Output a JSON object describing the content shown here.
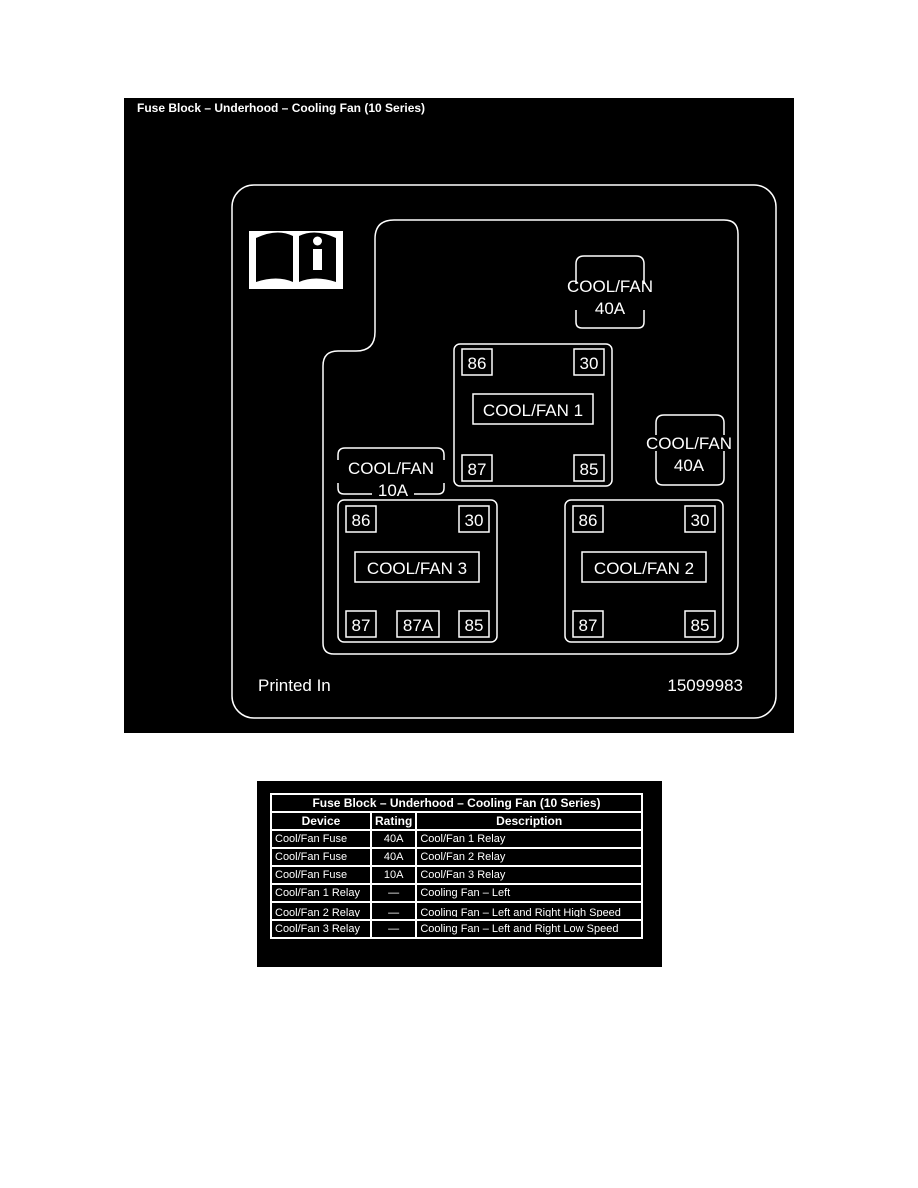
{
  "diagram": {
    "title": "Fuse Block – Underhood – Cooling Fan (10 Series)",
    "icon": "info-manual-icon",
    "footer_left": "Printed In",
    "footer_right": "15099983",
    "fuse_top": {
      "label": "COOL/FAN",
      "rating": "40A"
    },
    "fuse_right": {
      "label": "COOL/FAN",
      "rating": "40A"
    },
    "fuse_left": {
      "label": "COOL/FAN",
      "rating": "10A"
    },
    "relay1": {
      "label": "COOL/FAN 1",
      "pins": [
        "86",
        "30",
        "87",
        "85"
      ]
    },
    "relay2": {
      "label": "COOL/FAN 2",
      "pins": [
        "86",
        "30",
        "87",
        "85"
      ]
    },
    "relay3": {
      "label": "COOL/FAN 3",
      "pins": [
        "86",
        "30",
        "87",
        "87A",
        "85"
      ]
    },
    "colors": {
      "background": "#000000",
      "lines": "#ffffff"
    }
  },
  "table": {
    "title": "Fuse Block – Underhood – Cooling Fan (10 Series)",
    "headers": [
      "Device",
      "Rating",
      "Description"
    ],
    "rows": [
      [
        "Cool/Fan Fuse",
        "40A",
        "Cool/Fan 1 Relay"
      ],
      [
        "Cool/Fan Fuse",
        "40A",
        "Cool/Fan 2 Relay"
      ],
      [
        "Cool/Fan Fuse",
        "10A",
        "Cool/Fan 3 Relay"
      ],
      [
        "Cool/Fan 1 Relay",
        "—",
        "Cooling Fan – Left"
      ],
      [
        "Cool/Fan 2 Relay",
        "—",
        "Cooling Fan – Left and Right High Speed"
      ],
      [
        "Cool/Fan 3 Relay",
        "—",
        "Cooling Fan – Left and Right Low Speed"
      ]
    ]
  }
}
